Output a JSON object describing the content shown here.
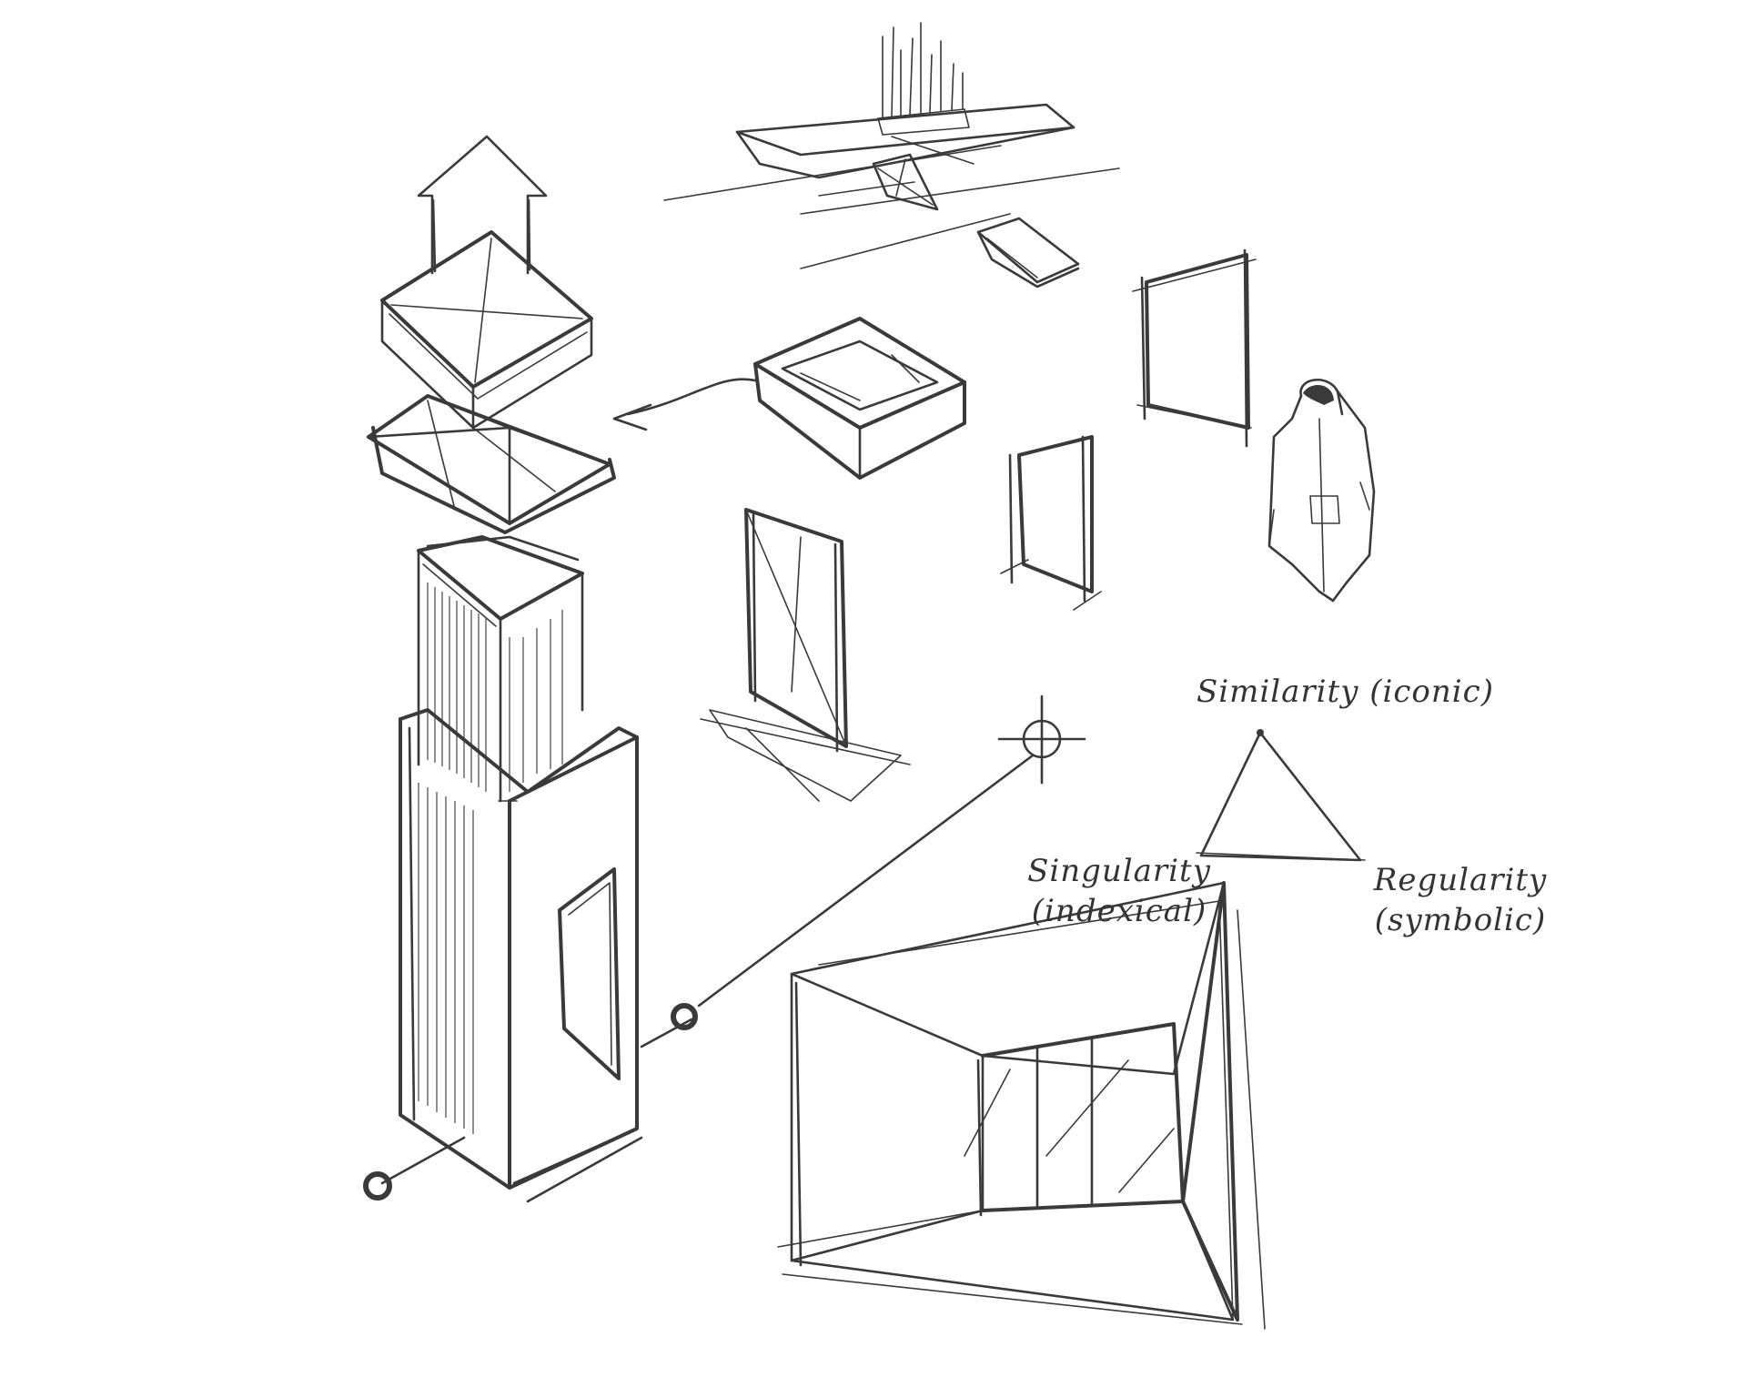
{
  "annotations": {
    "similarity": "Similarity (iconic)",
    "singularity_line1": "Singularity",
    "singularity_line2": "(indexical)",
    "regularity_line1": "Regularity",
    "regularity_line2": "(symbolic)"
  },
  "colors": {
    "ink": "#3a3a3a",
    "paper": "#ffffff"
  }
}
